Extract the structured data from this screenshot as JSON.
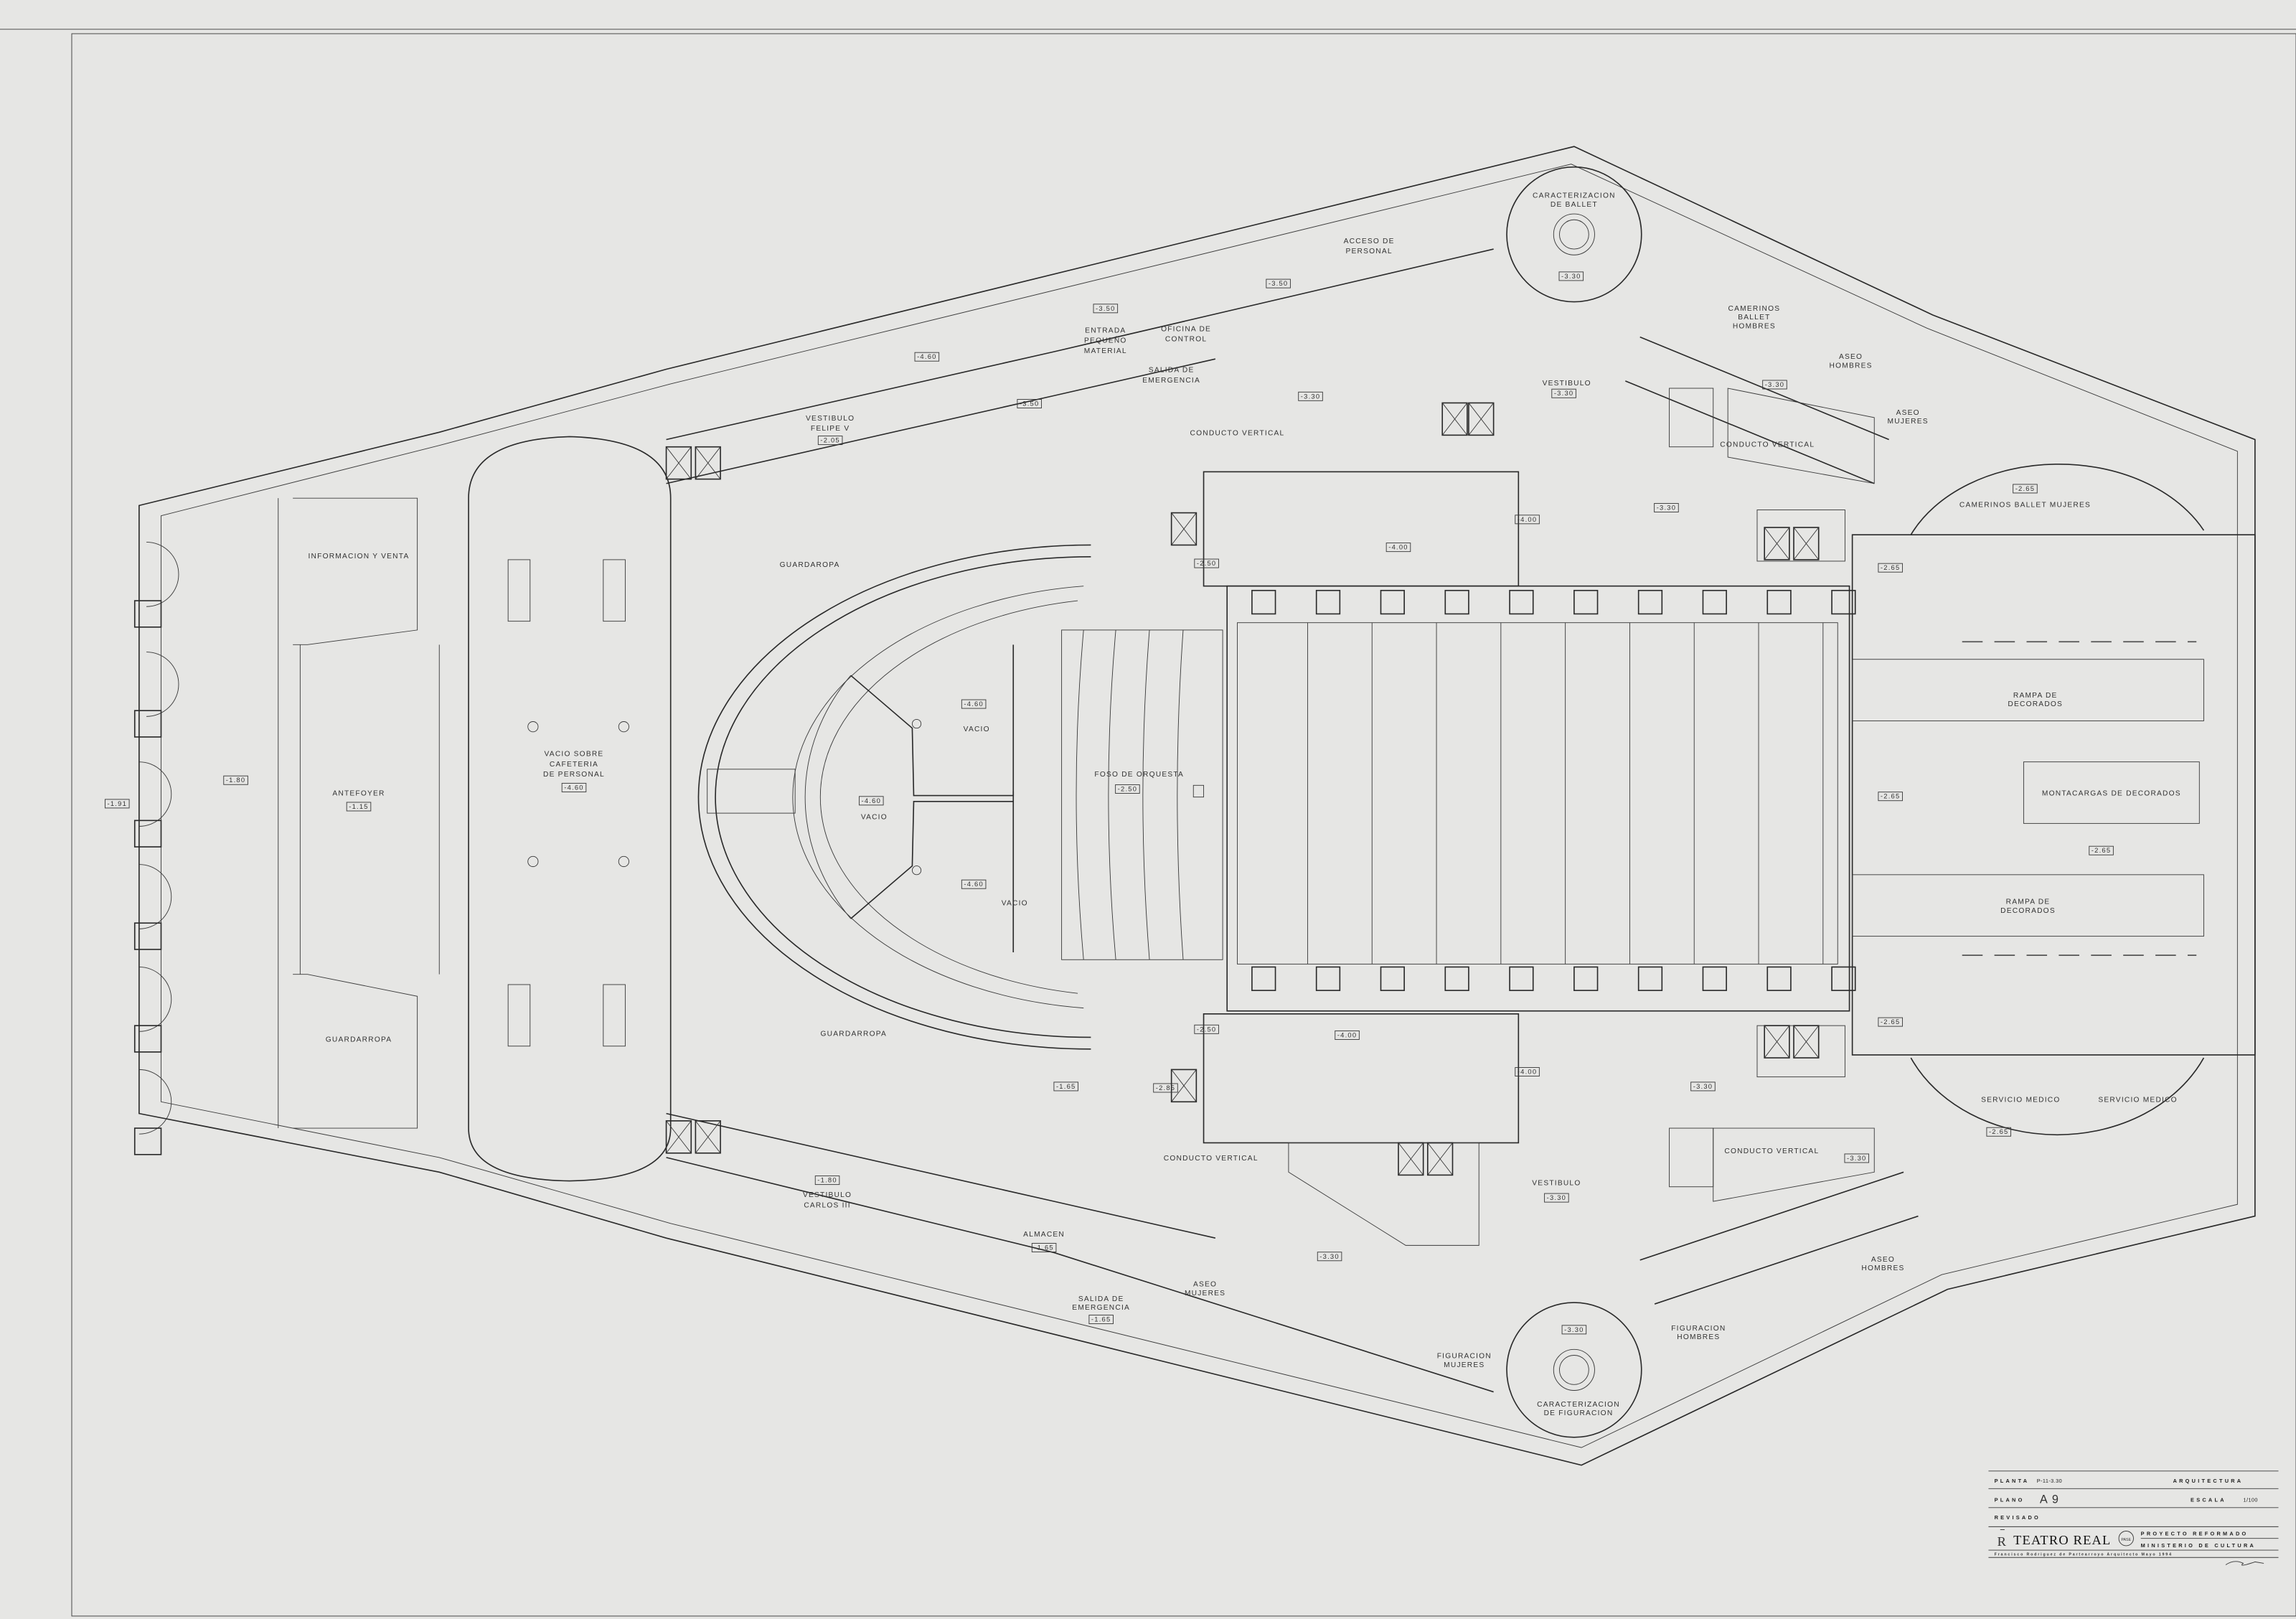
{
  "rooms": {
    "informacion": "INFORMACION Y VENTA",
    "antefoyer": "ANTEFOYER",
    "antefoyer_level": "-1.15",
    "porch_level": "-1.80",
    "street_level": "-1.91",
    "vacio_cafeteria": [
      "VACIO SOBRE",
      "CAFETERIA",
      "DE PERSONAL"
    ],
    "vacio_cafeteria_level": "-4.60",
    "guardaropa_top": "GUARDAROPA",
    "guardarropa_bottom": "GUARDARROPA",
    "guardarropa_left": "GUARDARROPA",
    "vestibulo_felipe": [
      "VESTIBULO",
      "FELIPE V"
    ],
    "vestibulo_felipe_level": "-2.05",
    "felipe_stair_level": "-4.60",
    "vestibulo_carlos": [
      "VESTIBULO",
      "CARLOS III"
    ],
    "vestibulo_carlos_level": "-1.80",
    "vacio": "VACIO",
    "vacio_level": "-4.60",
    "foso": "FOSO DE ORQUESTA",
    "foso_level": "-2.50",
    "stage_side_level": "-4.00",
    "entrada": [
      "ENTRADA",
      "PEQUEÑO",
      "MATERIAL"
    ],
    "entrada_level": "-3.50",
    "oficina": [
      "OFICINA DE",
      "CONTROL"
    ],
    "acceso": [
      "ACCESO DE",
      "PERSONAL"
    ],
    "acceso_level": "-3.50",
    "salida_top": [
      "SALIDA DE",
      "EMERGENCIA"
    ],
    "salida_bottom": [
      "SALIDA DE",
      "EMERGENCIA"
    ],
    "salida_bottom_level": "-1.65",
    "almacen": "ALMACEN",
    "almacen_level": "-1.65",
    "conducto": "CONDUCTO VERTICAL",
    "caract_ballet": [
      "CARACTERIZACION",
      "DE BALLET"
    ],
    "caract_figuracion": [
      "CARACTERIZACION",
      "DE FIGURACION"
    ],
    "vestibulo": "VESTIBULO",
    "level_330": "-3.30",
    "level_350": "-3.50",
    "camerinos_hombres": [
      "CAMERINOS",
      "BALLET",
      "HOMBRES"
    ],
    "camerinos_mujeres": "CAMERINOS BALLET MUJERES",
    "aseo_hombres": [
      "ASEO",
      "HOMBRES"
    ],
    "aseo_mujeres": [
      "ASEO",
      "MUJERES"
    ],
    "level_265": "-2.65",
    "level_250": "-2.50",
    "level_285": "-2.85",
    "level_165": "-1.65",
    "rampa": [
      "RAMPA DE",
      "DECORADOS"
    ],
    "montacargas": "MONTACARGAS DE DECORADOS",
    "servicio_medico": "SERVICIO MEDICO",
    "figuracion_mujeres": [
      "FIGURACION",
      "MUJERES"
    ],
    "figuracion_hombres": [
      "FIGURACION",
      "HOMBRES"
    ]
  },
  "title_block": {
    "planta_label": "PLANTA",
    "planta_value": "P-11-3.30",
    "discipline": "ARQUITECTURA",
    "plano_label": "PLANO",
    "plano_value": "A 9",
    "escala_label": "ESCALA",
    "escala_value": "1/100",
    "revisado_label": "REVISADO",
    "project": "TEATRO REAL",
    "seal": "PASE",
    "line1": "PROYECTO REFORMADO",
    "line2": "MINISTERIO DE CULTURA",
    "credit": "Francisco Rodriguez de Partearroyo Arquitecto  Mayo 1994"
  },
  "colors": {
    "paper": "#e6e6e4",
    "ink": "#2a2a2a"
  }
}
